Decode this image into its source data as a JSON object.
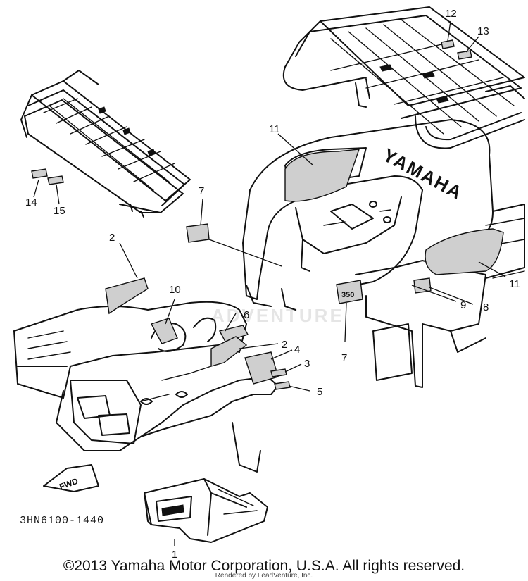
{
  "diagram": {
    "callouts": [
      "1",
      "2",
      "2",
      "3",
      "4",
      "5",
      "6",
      "7",
      "7",
      "8",
      "9",
      "10",
      "11",
      "11",
      "12",
      "13",
      "14",
      "15"
    ],
    "brand_mark": "YAMAHA",
    "fwd_label": "FWD",
    "decal_label": "350",
    "part_code": "3HN6100-1440",
    "watermark": "ADVENTURE"
  },
  "footer": {
    "copyright": "©2013 Yamaha Motor Corporation, U.S.A. All rights reserved.",
    "rendered_by": "Rendered by LeadVenture, Inc."
  }
}
